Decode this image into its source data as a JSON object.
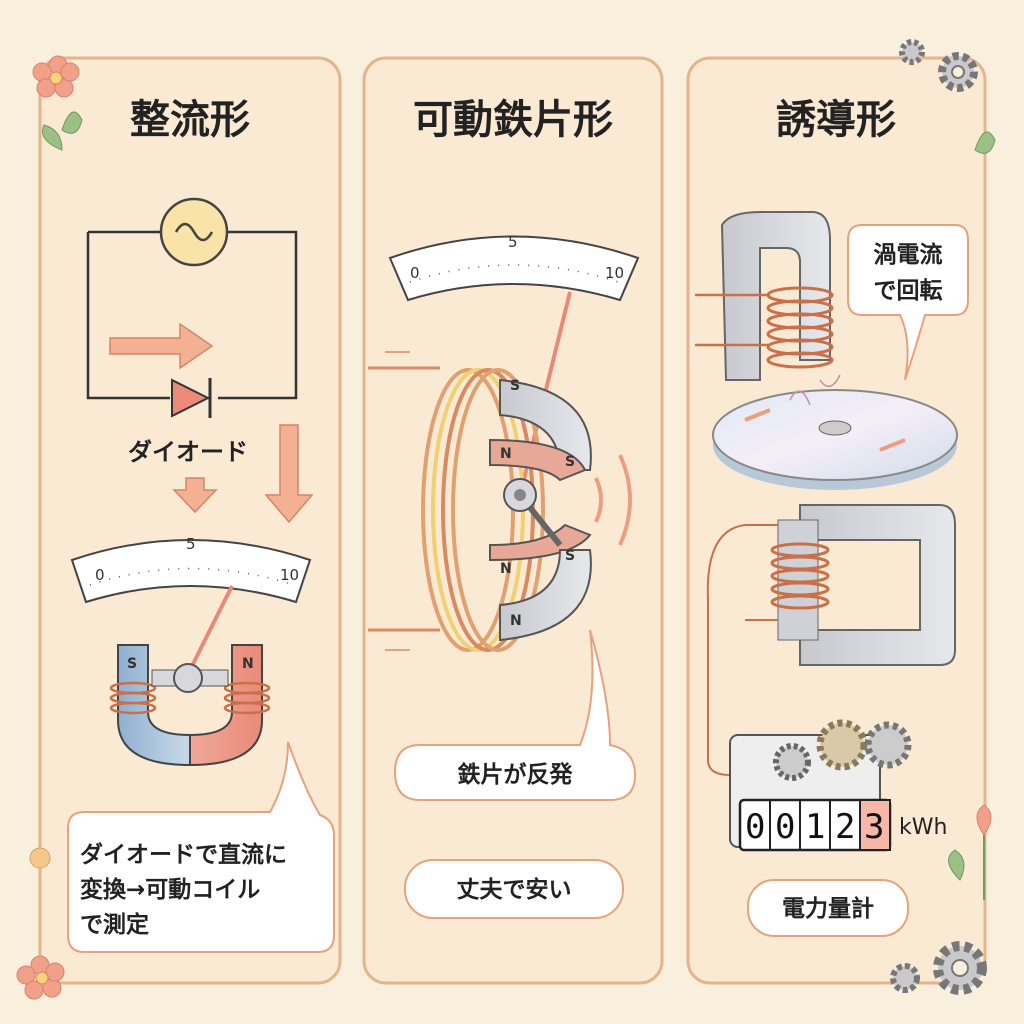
{
  "panels": [
    {
      "title": "整流形",
      "diode_label": "ダイオード",
      "scale": [
        "0",
        "5",
        "10"
      ],
      "magnet": [
        "S",
        "N"
      ],
      "bubble": [
        "ダイオードで直流に",
        "変換→可動コイル",
        "で測定"
      ]
    },
    {
      "title": "可動鉄片形",
      "scale": [
        "0",
        "5",
        "10"
      ],
      "poles": [
        "S",
        "N",
        "S",
        "N",
        "S",
        "N"
      ],
      "bubble1": "鉄片が反発",
      "bubble2": "丈夫で安い"
    },
    {
      "title": "誘導形",
      "bubble": [
        "渦電流",
        "で回転"
      ],
      "counter_digits": [
        "0",
        "0",
        "1",
        "2",
        "3"
      ],
      "counter_unit": "kWh",
      "meter_label": "電力量計"
    }
  ],
  "colors": {
    "background": "#f8efdc",
    "panel_border": "#e6b48c",
    "copper": "#c9704a",
    "arrow": "#ee9e80"
  }
}
